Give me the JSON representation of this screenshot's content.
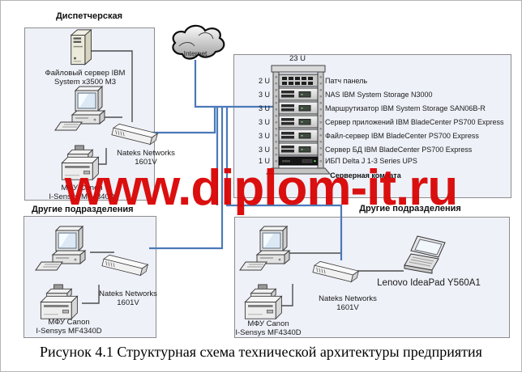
{
  "watermark": {
    "text": "www.diplom-it.ru",
    "color": "#da0606"
  },
  "caption": "Рисунок 4.1 Структурная схема технической архитектуры предприятия",
  "internet_label": "Internet",
  "colors": {
    "wire_blue": "#4a79b8",
    "wire_gray": "#4d4d4d",
    "box_fill": "#eef1f8",
    "watermark_red": "#da0606"
  },
  "dispatcher": {
    "title": "Диспетчерская",
    "file_server": [
      "Файловый сервер IBM",
      "System x3500 M3"
    ],
    "switch": [
      "Nateks Networks",
      "1601V"
    ],
    "printer": [
      "МФУ Canon",
      "I-Sensys MF4340D"
    ]
  },
  "server_room": {
    "title": "Серверная комната",
    "rack_units_total": "23 U",
    "rows": [
      {
        "u": "2 U",
        "label": "Патч панель"
      },
      {
        "u": "3 U",
        "label": "NAS IBM System Storage N3000"
      },
      {
        "u": "3 U",
        "label": "Маршрутизатор IBM System Storage SAN06B-R"
      },
      {
        "u": "3 U",
        "label": "Сервер приложений IBM BladeCenter PS700 Express"
      },
      {
        "u": "3 U",
        "label": "Файл-сервер IBM BladeCenter PS700 Express"
      },
      {
        "u": "3 U",
        "label": "Сервер БД  IBM BladeCenter PS700 Express"
      },
      {
        "u": "1 U",
        "label": "ИБП Delta J 1-3 Series UPS"
      }
    ]
  },
  "dept_left": {
    "title": "Другие подразделения",
    "switch": [
      "Nateks Networks",
      "1601V"
    ],
    "printer": [
      "МФУ Canon",
      "I-Sensys MF4340D"
    ]
  },
  "dept_right": {
    "title": "Другие подразделения",
    "switch": [
      "Nateks Networks",
      "1601V"
    ],
    "printer": [
      "МФУ Canon",
      "I-Sensys MF4340D"
    ],
    "laptop": "Lenovo IdeaPad Y560A1"
  }
}
